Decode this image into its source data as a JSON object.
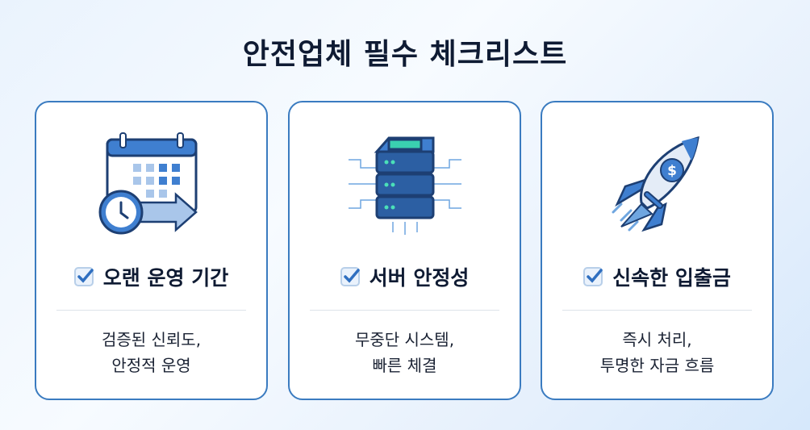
{
  "title": "안전업체 필수 체크리스트",
  "colors": {
    "accent": "#3a7bc0",
    "text": "#0f1b33"
  },
  "cards": [
    {
      "icon": "calendar-clock-icon",
      "heading": "오랜 운영 기간",
      "desc": [
        "검증된 신뢰도,",
        "안정적 운영"
      ]
    },
    {
      "icon": "server-icon",
      "heading": "서버 안정성",
      "desc": [
        "무중단 시스템,",
        "빠른 체결"
      ]
    },
    {
      "icon": "rocket-icon",
      "heading": "신속한 입출금",
      "desc": [
        "즉시 처리,",
        "투명한 자금 흐름"
      ]
    }
  ]
}
